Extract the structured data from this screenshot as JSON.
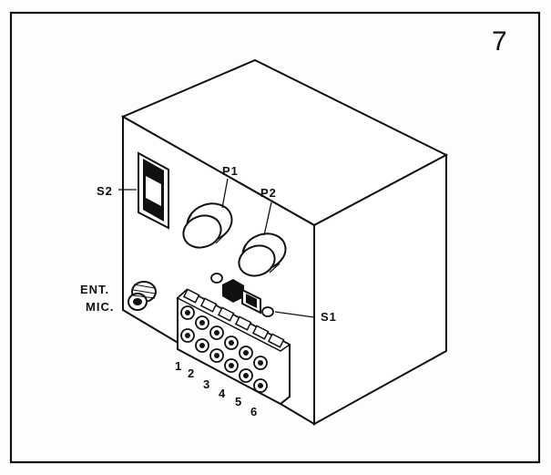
{
  "figure": {
    "number": "7"
  },
  "labels": {
    "s2": "S2",
    "p1": "P1",
    "p2": "P2",
    "s1": "S1",
    "ent": "ENT.",
    "mic": "MIC."
  },
  "terminals": [
    "1",
    "2",
    "3",
    "4",
    "5",
    "6"
  ]
}
